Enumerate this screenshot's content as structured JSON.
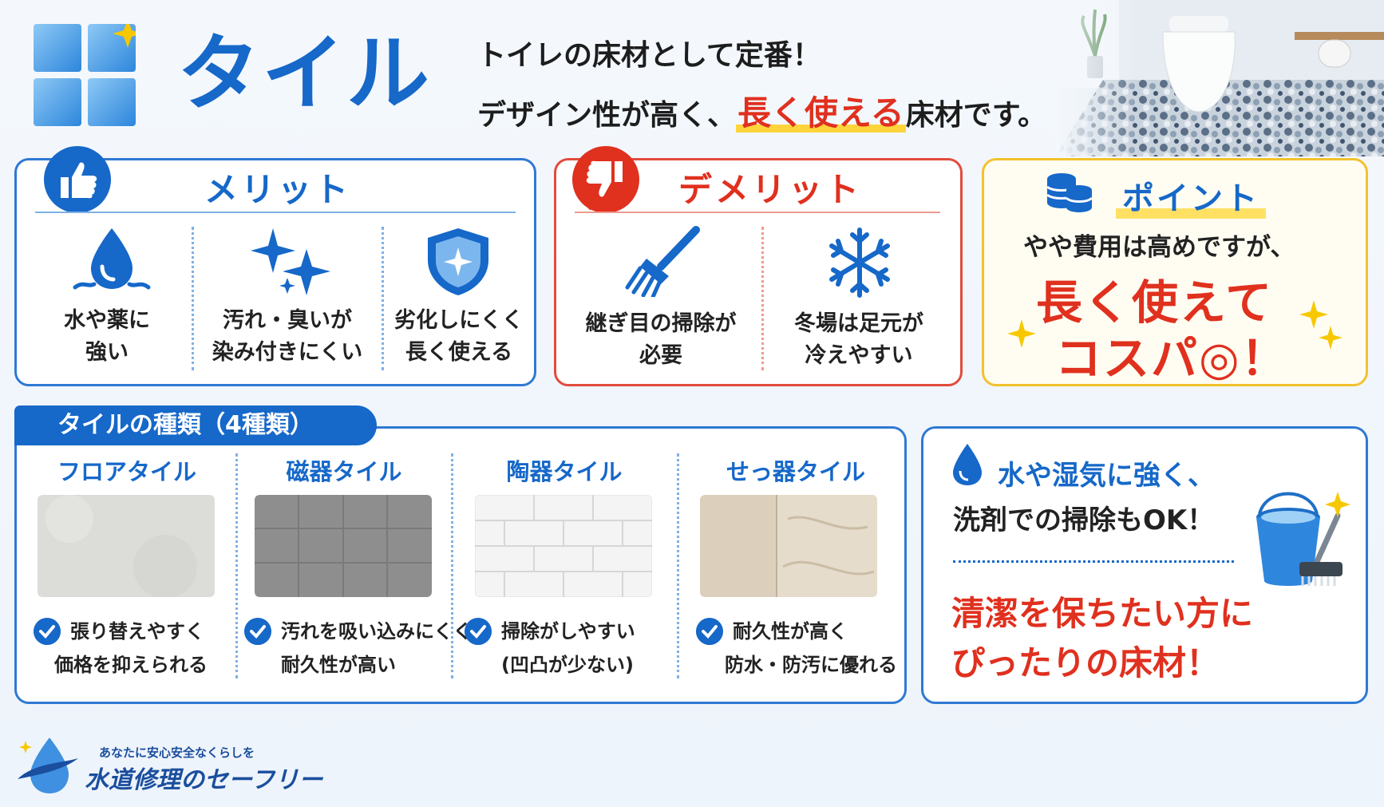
{
  "header": {
    "title": "タイル",
    "line1": "トイレの床材として定番！",
    "line2_pre": "デザイン性が高く、",
    "line2_highlight": "長く使える",
    "line2_post": "床材です。"
  },
  "merit": {
    "title": "メリット",
    "items": [
      {
        "icon": "water-drop-icon",
        "line1": "水や薬に",
        "line2": "強い"
      },
      {
        "icon": "sparkle-icon",
        "line1": "汚れ・臭いが",
        "line2": "染み付きにくい"
      },
      {
        "icon": "shield-icon",
        "line1": "劣化しにくく",
        "line2": "長く使える"
      }
    ]
  },
  "demerit": {
    "title": "デメリット",
    "items": [
      {
        "icon": "brush-icon",
        "line1": "継ぎ目の掃除が",
        "line2": "必要"
      },
      {
        "icon": "snowflake-icon",
        "line1": "冬場は足元が",
        "line2": "冷えやすい"
      }
    ]
  },
  "point": {
    "title": "ポイント",
    "line1": "やや費用は高めですが、",
    "big1": "長く使えて",
    "big2": "コスパ◎！"
  },
  "types": {
    "tab": "タイルの種類（4種類）",
    "items": [
      {
        "name": "フロアタイル",
        "d1": "張り替えやすく",
        "d2": "価格を抑えられる"
      },
      {
        "name": "磁器タイル",
        "d1": "汚れを吸い込みにくく",
        "d2": "耐久性が高い"
      },
      {
        "name": "陶器タイル",
        "d1": "掃除がしやすい",
        "d2": "(凹凸が少ない)"
      },
      {
        "name": "せっ器タイル",
        "d1": "耐久性が高く",
        "d2": "防水・防汚に優れる"
      }
    ]
  },
  "clean": {
    "line1": "水や湿気に強く、",
    "line2": "洗剤での掃除もOK！",
    "big1": "清潔を保ちたい方に",
    "big2": "ぴったりの床材！"
  },
  "footer": {
    "tagline": "あなたに安心安全なくらしを",
    "brand": "水道修理のセーフリー"
  },
  "colors": {
    "blue": "#1668c9",
    "red": "#e0301e",
    "yellow": "#f2c22c"
  }
}
